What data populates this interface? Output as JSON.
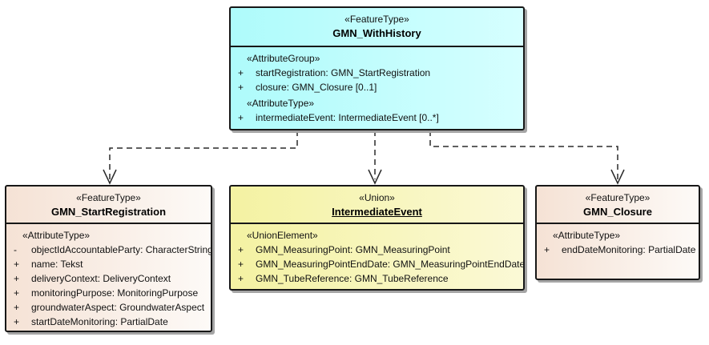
{
  "diagram": {
    "classes": [
      {
        "stereotype": "«FeatureType»",
        "name": "GMN_WithHistory",
        "fill": [
          "#aefbfb",
          "#d6ffff"
        ],
        "sections": [
          {
            "stereotype": "«AttributeGroup»",
            "attributes": [
              {
                "visibility": "+",
                "text": "startRegistration: GMN_StartRegistration"
              },
              {
                "visibility": "+",
                "text": "closure: GMN_Closure [0..1]"
              }
            ]
          },
          {
            "stereotype": "«AttributeType»",
            "attributes": [
              {
                "visibility": "+",
                "text": "intermediateEvent: IntermediateEvent [0..*]"
              }
            ]
          }
        ]
      },
      {
        "stereotype": "«FeatureType»",
        "name": "GMN_StartRegistration",
        "fill": [
          "#f5e2d5",
          "#fdfaf7"
        ],
        "sections": [
          {
            "stereotype": "«AttributeType»",
            "attributes": [
              {
                "visibility": "-",
                "text": "objectIdAccountableParty: CharacterString"
              },
              {
                "visibility": "+",
                "text": "name: Tekst"
              },
              {
                "visibility": "+",
                "text": "deliveryContext: DeliveryContext"
              },
              {
                "visibility": "+",
                "text": "monitoringPurpose: MonitoringPurpose"
              },
              {
                "visibility": "+",
                "text": "groundwaterAspect: GroundwaterAspect"
              },
              {
                "visibility": "+",
                "text": "startDateMonitoring: PartialDate"
              }
            ]
          }
        ]
      },
      {
        "stereotype": "«Union»",
        "name": "IntermediateEvent",
        "fill": [
          "#f4f2a2",
          "#fbf9d6"
        ],
        "sections": [
          {
            "stereotype": "«UnionElement»",
            "attributes": [
              {
                "visibility": "+",
                "text": "GMN_MeasuringPoint: GMN_MeasuringPoint"
              },
              {
                "visibility": "+",
                "text": "GMN_MeasuringPointEndDate: GMN_MeasuringPointEndDate"
              },
              {
                "visibility": "+",
                "text": "GMN_TubeReference: GMN_TubeReference"
              }
            ]
          }
        ]
      },
      {
        "stereotype": "«FeatureType»",
        "name": "GMN_Closure",
        "fill": [
          "#f5e2d5",
          "#fdfaf7"
        ],
        "sections": [
          {
            "stereotype": "«AttributeType»",
            "attributes": [
              {
                "visibility": "+",
                "text": "endDateMonitoring: PartialDate"
              }
            ]
          }
        ]
      }
    ],
    "colors": {
      "border": "#171717",
      "connector": "#2a2a2a",
      "shadow": "#a5a5a5",
      "background": "#ffffff"
    }
  }
}
